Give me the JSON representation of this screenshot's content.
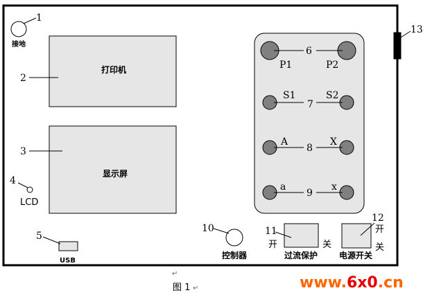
{
  "components": {
    "ground": "接地",
    "printer": "打印机",
    "display": "显示屏",
    "lcd": "LCD",
    "usb": "USB",
    "controller": "控制器",
    "overcurrent": "过流保护",
    "power_switch": "电源开关",
    "on": "开",
    "off": "关"
  },
  "terminals": {
    "p1": "P1",
    "p2": "P2",
    "s1": "S1",
    "s2": "S2",
    "a": "A",
    "x": "X",
    "a_low": "a",
    "x_low": "x"
  },
  "numbers": {
    "n1": "1",
    "n2": "2",
    "n3": "3",
    "n4": "4",
    "n5": "5",
    "n6": "6",
    "n7": "7",
    "n8": "8",
    "n9": "9",
    "n10": "10",
    "n11": "11",
    "n12": "12",
    "n13": "13"
  },
  "caption": "图 1",
  "watermark": "www.6x0.cn",
  "colors": {
    "panel_fill": "#e6e6e6",
    "terminal_fill": "#808080",
    "watermark_orange": "#ff6600",
    "watermark_red": "#e60000"
  }
}
